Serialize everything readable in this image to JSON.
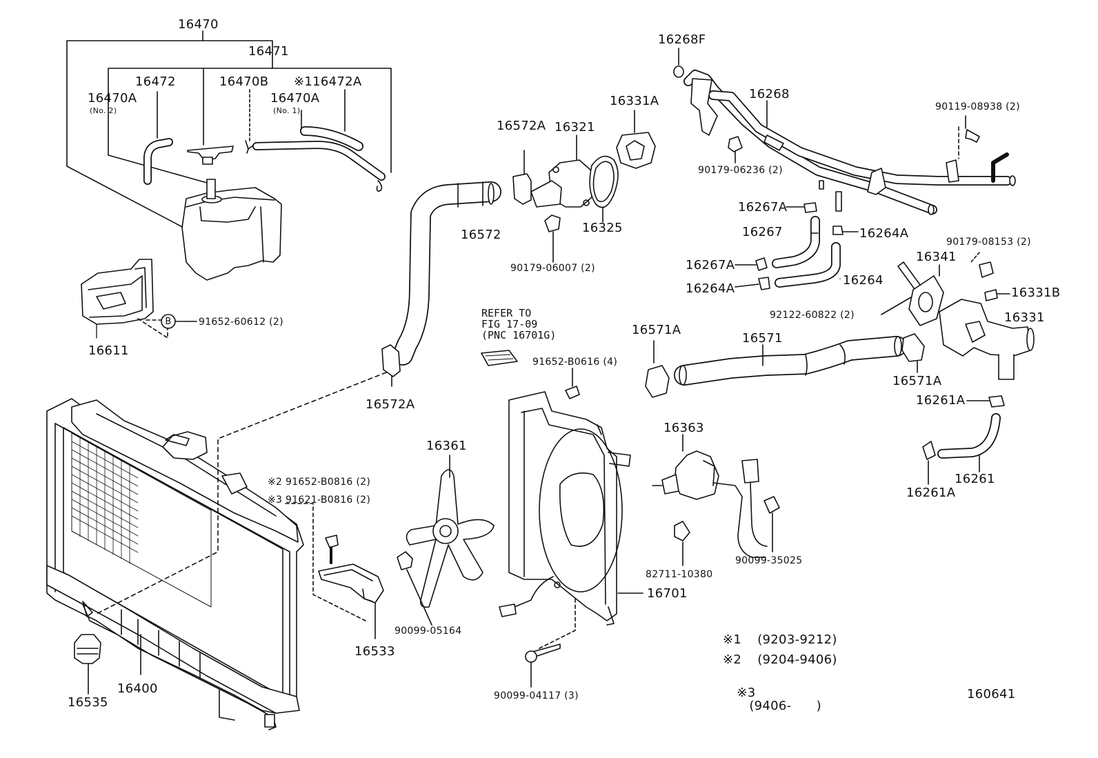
{
  "diagram": {
    "labels": {
      "p16470": "16470",
      "p16471": "16471",
      "p16472": "16472",
      "p16470A": "16470A",
      "p16470A_no2": "(No. 2)",
      "p16470B": "16470B",
      "p16470A_b": "16470A",
      "p16470A_no1": "(No. 1)",
      "p116472A": "※116472A",
      "p16611": "16611",
      "p91652_60612": "91652-60612 (2)",
      "p16572A_top": "16572A",
      "p16321": "16321",
      "p16331A": "16331A",
      "p16572": "16572",
      "p16325": "16325",
      "p90179_06007": "90179-06007 (2)",
      "p16268F": "16268F",
      "p16268": "16268",
      "p90119_08938": "90119-08938 (2)",
      "p90179_06236": "90179-06236 (2)",
      "p16267A_top": "16267A",
      "p16267": "16267",
      "p16264A_right": "16264A",
      "p90179_08153": "90179-08153 (2)",
      "p16267A_mid": "16267A",
      "p16341": "16341",
      "p16264A_left": "16264A",
      "p16264": "16264",
      "p16331B": "16331B",
      "p92122_60822": "92122-60822 (2)",
      "p16331": "16331",
      "p16571A_left": "16571A",
      "p16571": "16571",
      "p16571A_right": "16571A",
      "p16572A_bottom": "16572A",
      "p91652_B0616": "91652-B0616 (4)",
      "p16261A_top": "16261A",
      "p16361": "16361",
      "p16363": "16363",
      "p16261A_bottom": "16261A",
      "p16261": "16261",
      "p91652_B0816": "※2  91652-B0816 (2)",
      "p91621_B0816": "※3  91621-B0816 (2)",
      "p82711_10380": "82711-10380",
      "p90099_35025": "90099-35025",
      "p16701": "16701",
      "p90099_05164": "90099-05164",
      "p16533": "16533",
      "p16535": "16535",
      "p16400": "16400",
      "p90099_04117": "90099-04117 (3)",
      "p160641": "160641",
      "b_circle": "B"
    },
    "refer_note": [
      "REFER TO",
      "FIG 17-09",
      "(PNC 16701G)"
    ],
    "legend": [
      {
        "mark": "※1",
        "range": "(9203-9212)"
      },
      {
        "mark": "※2",
        "range": "(9204-9406)"
      },
      {
        "mark": "※3",
        "range": "(9406-      )"
      }
    ]
  }
}
